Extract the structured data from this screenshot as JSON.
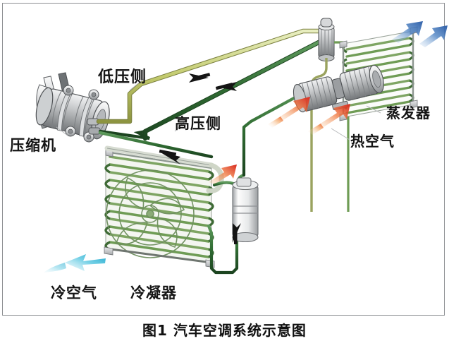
{
  "figure": {
    "caption": "图1 汽车空调系统示意图",
    "frame_color": "#8d8f92",
    "background": "#ffffff"
  },
  "labels": {
    "low_pressure_side": "低压侧",
    "compressor": "压缩机",
    "high_pressure_side": "高压侧",
    "evaporator": "蒸发器",
    "hot_air": "热空气",
    "cold_air": "冷空气",
    "condenser": "冷凝器"
  },
  "colors": {
    "low_pressure_pipe": "#c9cf72",
    "high_pressure_pipe": "#2f6b32",
    "coil_green": "#6f9c55",
    "coil_green_light": "#b9cf9a",
    "metal_gray": "#b7b9bb",
    "metal_gray_dark": "#6f7275",
    "hot_air_arrow": "#d8281f",
    "hot_air_arrow_glow": "#f5a05a",
    "cold_air_arrow": "#2fb3d4",
    "evaporator_air_arrow": "#2f5fa8",
    "flow_arrow": "#141414",
    "outline": "#2a2a2a",
    "label_text": "#151515"
  },
  "components": [
    {
      "name": "compressor",
      "type": "mechanical",
      "label": "压缩机"
    },
    {
      "name": "condenser",
      "type": "heat-exchanger",
      "label": "冷凝器"
    },
    {
      "name": "receiver-drier",
      "type": "vessel",
      "label": ""
    },
    {
      "name": "expansion-valve",
      "type": "valve",
      "label": ""
    },
    {
      "name": "evaporator",
      "type": "heat-exchanger",
      "label": "蒸发器"
    },
    {
      "name": "blower",
      "type": "fan",
      "label": ""
    }
  ],
  "flow_arrows": [
    {
      "name": "low-pressure-return-arrow",
      "direction": "left"
    },
    {
      "name": "high-pressure-feed-arrow",
      "direction": "right"
    },
    {
      "name": "condenser-inlet-arrow",
      "direction": "right"
    },
    {
      "name": "receiver-outlet-arrow",
      "direction": "up"
    }
  ],
  "air_arrows": [
    {
      "name": "hot-air-arrow-1",
      "color": "#d8281f",
      "direction": "upper-right"
    },
    {
      "name": "hot-air-arrow-2",
      "color": "#d8281f",
      "direction": "upper-right"
    },
    {
      "name": "condenser-hot-air-arrow",
      "color": "#d8281f",
      "direction": "upper-right"
    },
    {
      "name": "evaporator-cool-air-arrow-1",
      "color": "#2f5fa8",
      "direction": "upper-right"
    },
    {
      "name": "evaporator-cool-air-arrow-2",
      "color": "#2f5fa8",
      "direction": "upper-right"
    },
    {
      "name": "cold-air-arrow",
      "color": "#2fb3d4",
      "direction": "left"
    }
  ]
}
